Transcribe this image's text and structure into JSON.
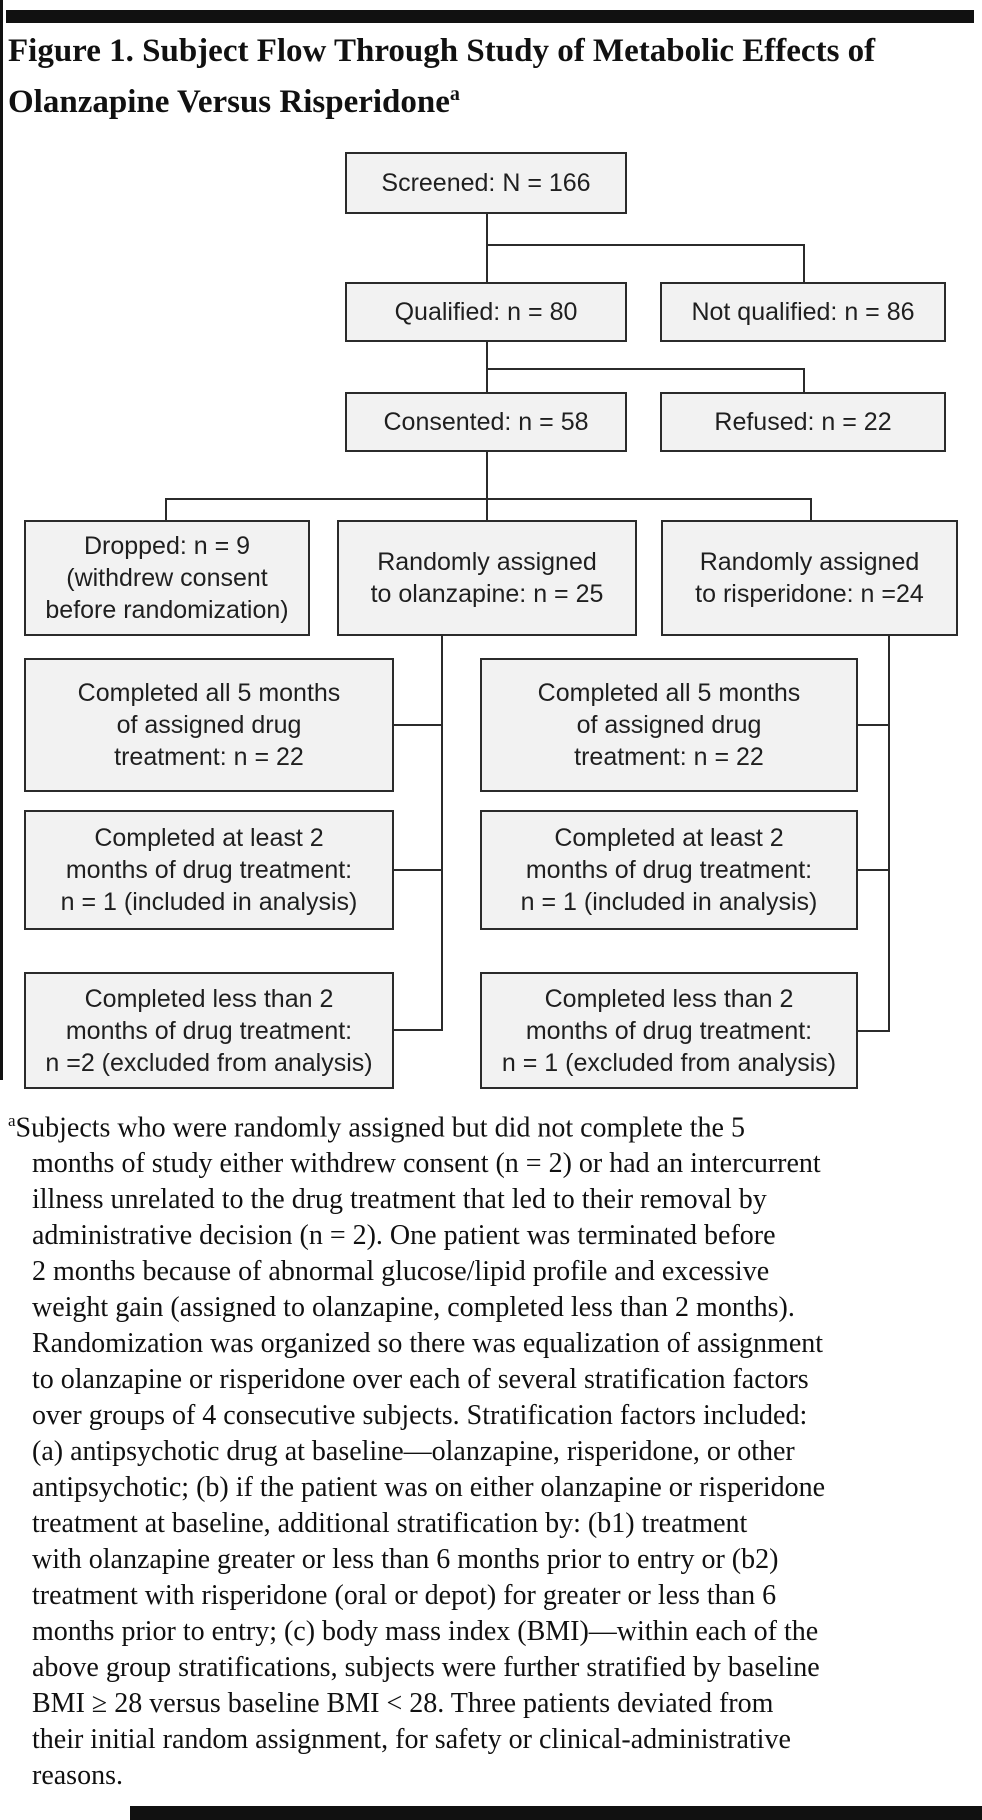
{
  "figure": {
    "title_line1": "Figure 1. Subject Flow Through Study of Metabolic Effects of",
    "title_line2": "Olanzapine Versus Risperidone",
    "footnote_marker": "a"
  },
  "colors": {
    "box_fill": "#f2f2f2",
    "box_border": "#2b2b2b",
    "rule": "#111111",
    "text": "#1f1f1f"
  },
  "nodes": {
    "screened": "Screened: N = 166",
    "qualified": "Qualified: n = 80",
    "not_qualified": "Not qualified: n = 86",
    "consented": "Consented: n = 58",
    "refused": "Refused: n = 22",
    "dropped": [
      "Dropped: n = 9",
      "(withdrew consent",
      "before randomization)"
    ],
    "assigned_olanzapine": [
      "Randomly assigned",
      "to olanzapine: n = 25"
    ],
    "assigned_risperidone": [
      "Randomly assigned",
      "to risperidone: n =24"
    ],
    "olanzapine_completed_all": [
      "Completed all 5 months",
      "of assigned drug",
      "treatment: n = 22"
    ],
    "risperidone_completed_all": [
      "Completed all 5 months",
      "of assigned drug",
      "treatment: n = 22"
    ],
    "olanzapine_completed_2mo": [
      "Completed at least 2",
      "months of drug treatment:",
      "n = 1 (included in analysis)"
    ],
    "risperidone_completed_2mo": [
      "Completed at least 2",
      "months of drug treatment:",
      "n = 1 (included in analysis)"
    ],
    "olanzapine_less_2mo": [
      "Completed less than 2",
      "months of drug treatment:",
      "n =2 (excluded from analysis)"
    ],
    "risperidone_less_2mo": [
      "Completed less than 2",
      "months of drug treatment:",
      "n = 1 (excluded from analysis)"
    ]
  },
  "footnote": {
    "marker": "a",
    "lines": [
      "Subjects who were randomly assigned but did not complete the 5",
      "months of study either withdrew consent (n = 2) or had an intercurrent",
      "illness unrelated to the drug treatment that led to their removal by",
      "administrative decision (n = 2). One patient was terminated before",
      "2 months because of abnormal glucose/lipid profile and excessive",
      "weight gain (assigned to olanzapine, completed less than 2 months).",
      "Randomization was organized so there was equalization of assignment",
      "to olanzapine or risperidone over each of several stratification factors",
      "over groups of 4 consecutive subjects. Stratification factors included:",
      "(a) antipsychotic drug at baseline—olanzapine, risperidone, or other",
      "antipsychotic; (b) if the patient was on either olanzapine or risperidone",
      "treatment at baseline, additional stratification by: (b1) treatment",
      "with olanzapine greater or less than 6 months prior to entry or (b2)",
      "treatment with risperidone (oral or depot) for greater or less than 6",
      "months prior to entry; (c) body mass index (BMI)—within each of the",
      "above group stratifications, subjects were further stratified by baseline",
      "BMI ≥ 28 versus baseline BMI < 28. Three patients deviated from",
      "their initial random assignment, for safety or clinical-administrative",
      "reasons."
    ]
  }
}
